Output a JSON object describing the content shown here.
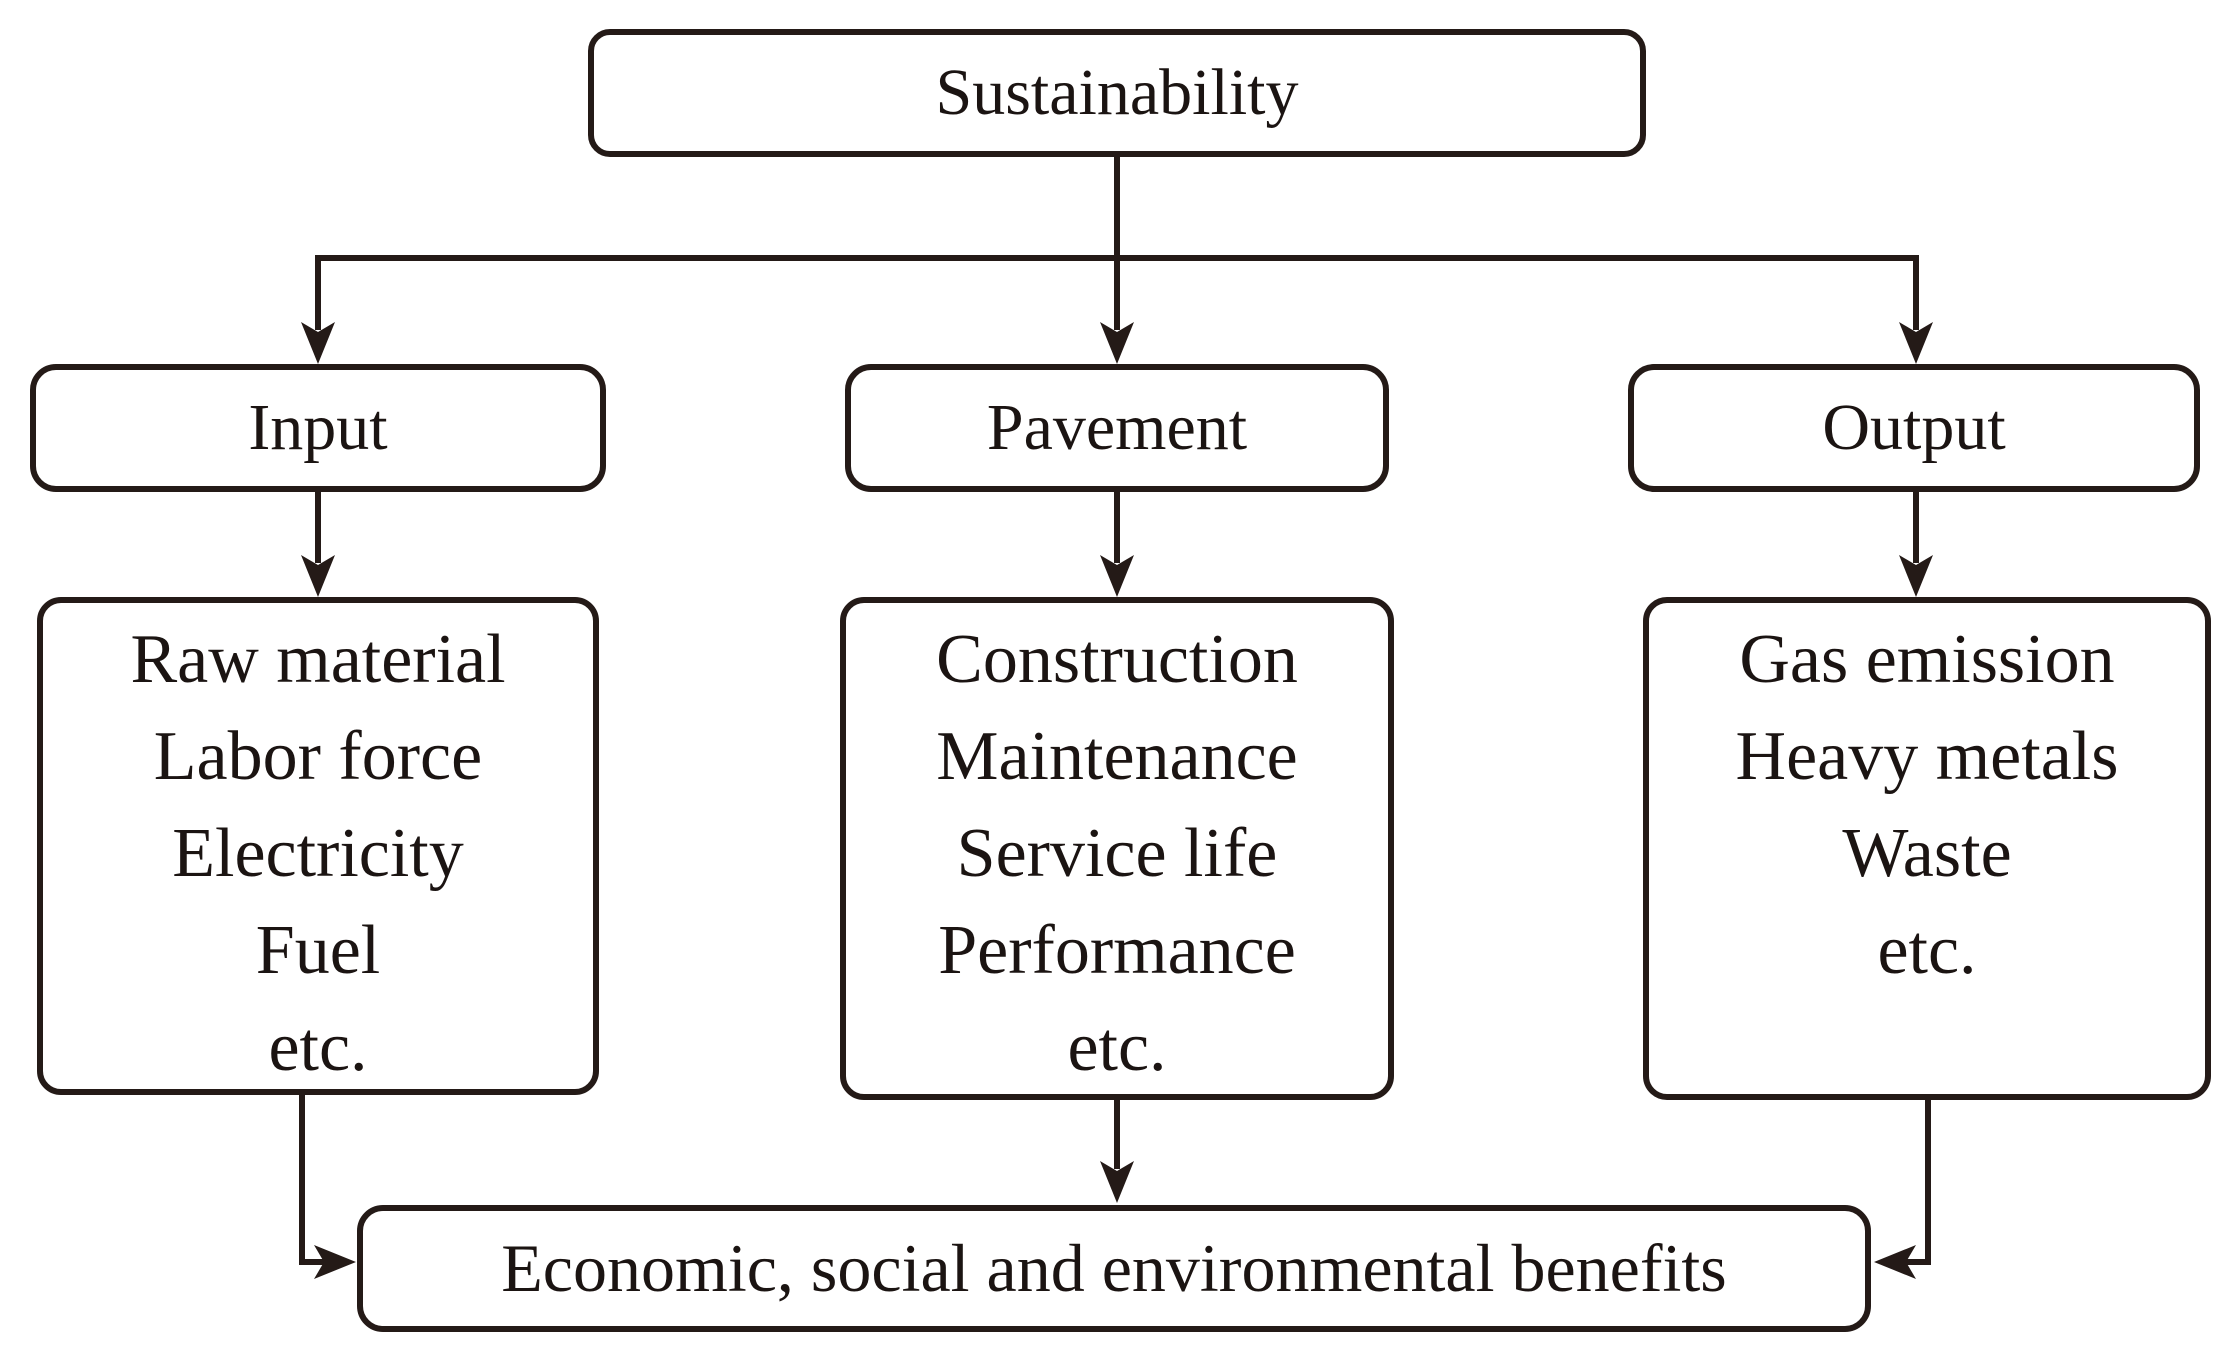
{
  "diagram": {
    "title": "Sustainability",
    "columns": [
      {
        "header": "Input",
        "items": [
          "Raw material",
          "Labor force",
          "Electricity",
          "Fuel",
          "etc."
        ]
      },
      {
        "header": "Pavement",
        "items": [
          "Construction",
          "Maintenance",
          "Service life",
          "Performance",
          "etc."
        ]
      },
      {
        "header": "Output",
        "items": [
          "Gas emission",
          "Heavy metals",
          "Waste",
          "etc."
        ]
      }
    ],
    "footer": "Economic, social and environmental benefits",
    "colors": {
      "line": "#241a17",
      "box_fill": "#ffffff",
      "text": "#1b1412",
      "background": "#ffffff"
    }
  }
}
